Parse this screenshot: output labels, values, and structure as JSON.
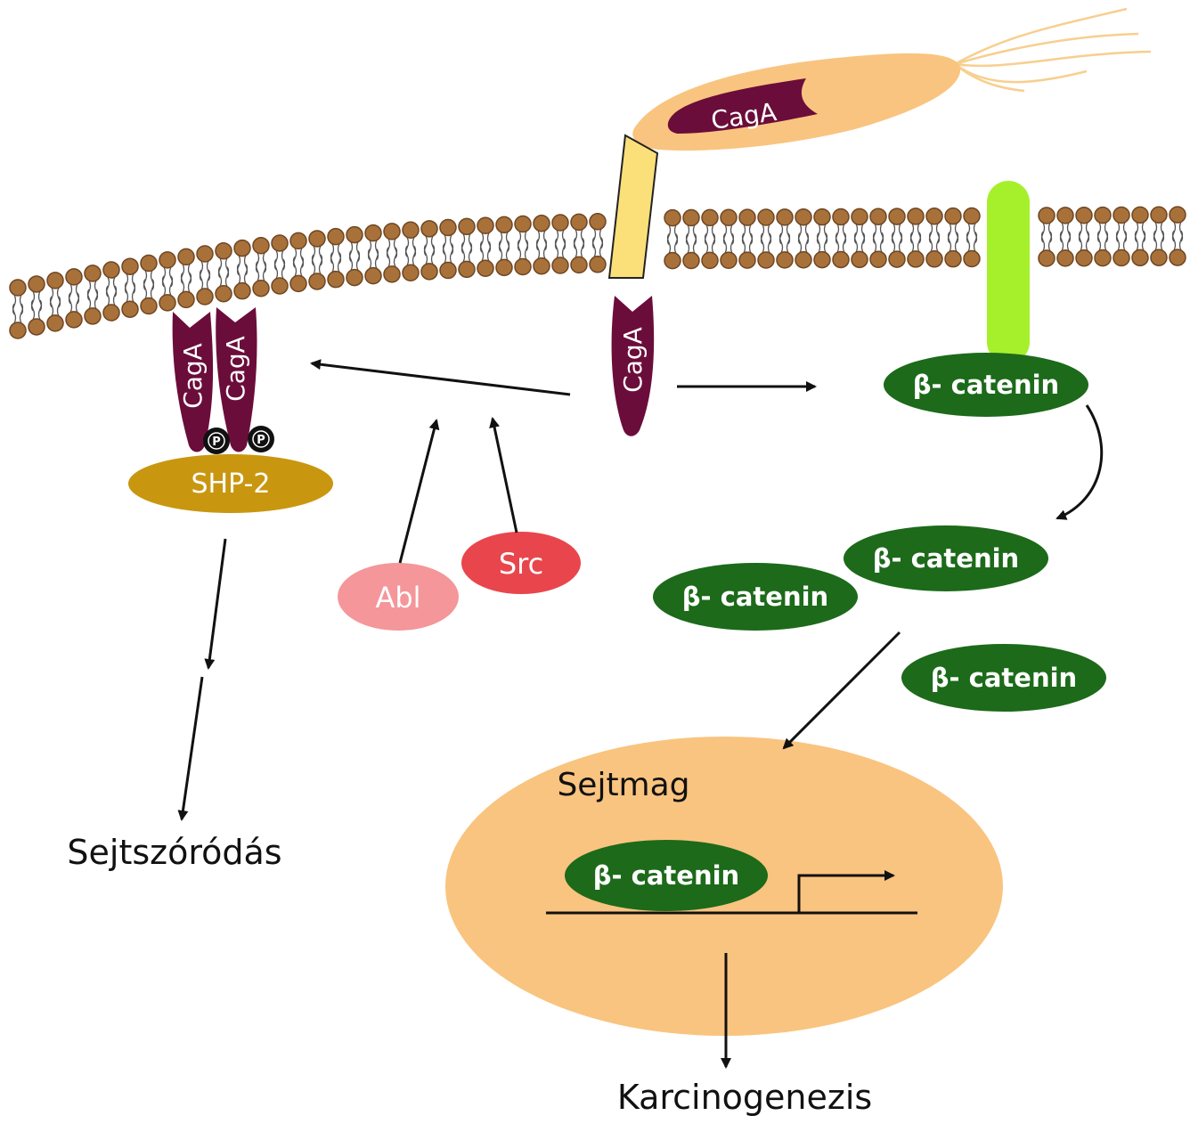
{
  "labels": {
    "caga_bacterium": "CagA",
    "caga_cytoplasm": "CagA",
    "caga_left_1": "CagA",
    "caga_left_2": "CagA",
    "phospho_1": "P",
    "phospho_2": "P",
    "shp2": "SHP-2",
    "abl": "Abl",
    "src": "Src",
    "beta_catenin_membrane": "β- catenin",
    "beta_catenin_free_1": "β- catenin",
    "beta_catenin_free_2": "β- catenin",
    "beta_catenin_free_3": "β- catenin",
    "beta_catenin_nucleus": "β- catenin",
    "nucleus": "Sejtmag",
    "outcome_left": "Sejtszóródás",
    "outcome_bottom": "Karcinogenezis"
  },
  "colors": {
    "bacterium": "#f9c47f",
    "flagella": "#f7cf8f",
    "caga": "#6b0d3a",
    "secretion_pore": "#fbe07a",
    "lipid_head": "#a9713a",
    "lipid_head_outline": "#6e4622",
    "cadherin": "#a6f02b",
    "beta_catenin": "#1c6a1a",
    "shp2": "#c9960f",
    "abl": "#f4969a",
    "src": "#e8464c",
    "nucleus": "#f9c47f",
    "arrow": "#111111"
  }
}
